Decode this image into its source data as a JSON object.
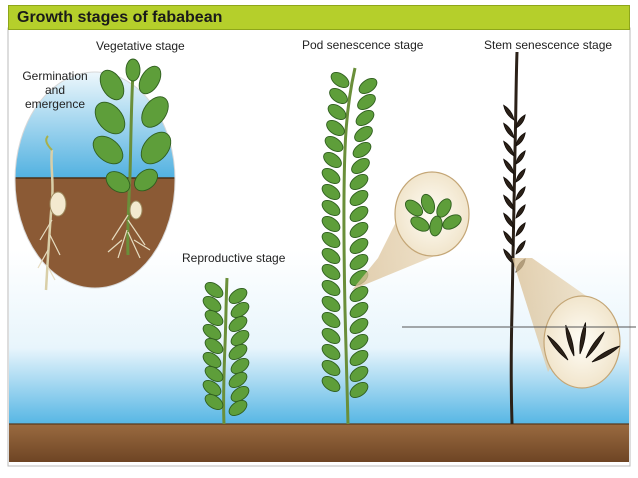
{
  "diagram": {
    "title": "Growth stages of fababean",
    "stages": [
      {
        "id": "germination",
        "label_lines": [
          "Germination",
          "and",
          "emergence"
        ]
      },
      {
        "id": "vegetative",
        "label": "Vegetative stage"
      },
      {
        "id": "reproductive",
        "label": "Reproductive stage"
      },
      {
        "id": "pod-senescence",
        "label": "Pod senescence stage"
      },
      {
        "id": "stem-senescence",
        "label": "Stem senescence stage"
      }
    ]
  },
  "colors": {
    "title_bar": "#b5cf2b",
    "sky_blue": "#5fb9e6",
    "soil": "#8a5a34",
    "leaf_green": "#5e9e3a",
    "leaf_dark": "#2f5e1f",
    "stem_dark": "#2b2118",
    "zoom_bubble": "#e6cfa6"
  }
}
